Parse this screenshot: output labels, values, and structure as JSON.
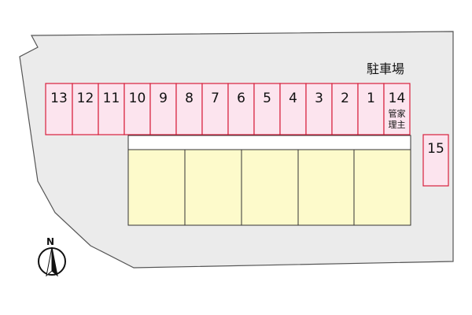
{
  "parking_lot": {
    "title": "駐車場",
    "spaces": [
      {
        "number": "13",
        "note": ""
      },
      {
        "number": "12",
        "note": ""
      },
      {
        "number": "11",
        "note": ""
      },
      {
        "number": "10",
        "note": ""
      },
      {
        "number": "9",
        "note": ""
      },
      {
        "number": "8",
        "note": ""
      },
      {
        "number": "7",
        "note": ""
      },
      {
        "number": "6",
        "note": ""
      },
      {
        "number": "5",
        "note": ""
      },
      {
        "number": "4",
        "note": ""
      },
      {
        "number": "3",
        "note": ""
      },
      {
        "number": "2",
        "note": ""
      },
      {
        "number": "1",
        "note": ""
      },
      {
        "number": "14",
        "note_line1": "管家",
        "note_line2": "理主"
      }
    ],
    "side_space": {
      "number": "15"
    }
  },
  "building": {
    "units": 5
  },
  "compass": {
    "letter": "N",
    "icon": "north-arrow-icon"
  },
  "colors": {
    "site": "#ebebeb",
    "site_border": "#555555",
    "space_fill": "#fce4ee",
    "space_border": "#d81f3c",
    "unit_fill": "#fdfacb",
    "walkway": "#ffffff"
  }
}
